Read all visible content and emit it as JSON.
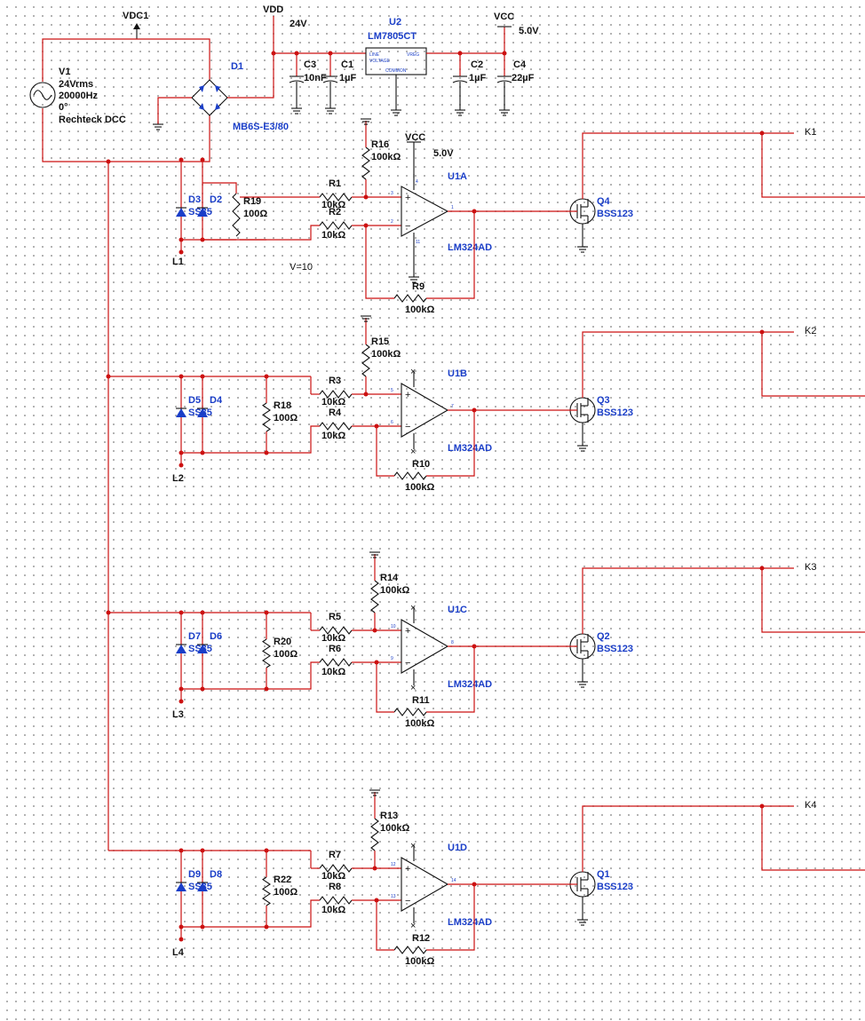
{
  "power": {
    "vdc1": "VDC1",
    "vdd": "VDD",
    "vdd_value": "24V",
    "vcc": "VCC",
    "vcc_value": "5.0V",
    "vcc_local": "VCC",
    "vcc_local_value": "5.0V"
  },
  "source": {
    "ref": "V1",
    "amplitude": "24Vrms",
    "frequency": "20000Hz",
    "phase": "0°",
    "type": "Rechteck DCC"
  },
  "rectifier": {
    "ref": "D1",
    "part": "MB6S-E3/80"
  },
  "regulator": {
    "ref": "U2",
    "part": "LM7805CT",
    "pin_in": "LINE",
    "pin_voltage": "VOLTAGE",
    "pin_out": "VREG",
    "pin_common": "COMMON"
  },
  "caps": [
    {
      "ref": "C3",
      "value": "10nF"
    },
    {
      "ref": "C1",
      "value": "1µF"
    },
    {
      "ref": "C2",
      "value": "1µF"
    },
    {
      "ref": "C4",
      "value": "22µF"
    }
  ],
  "note": "V=10",
  "channels": [
    {
      "diode_a": "D3",
      "diode_b": "D2",
      "diode_part": "SS35",
      "shunt_ref": "R19",
      "shunt_val": "100Ω",
      "load": "L1",
      "ra_ref": "R1",
      "ra_val": "10kΩ",
      "rb_ref": "R2",
      "rb_val": "10kΩ",
      "bias_ref": "R16",
      "bias_val": "100kΩ",
      "fb_ref": "R9",
      "fb_val": "100kΩ",
      "opamp_ref": "U1A",
      "opamp_part": "LM324AD",
      "fet_ref": "Q4",
      "fet_part": "BSS123",
      "output": "K1",
      "pin_plus": "3",
      "pin_minus": "2",
      "pin_out": "1",
      "pin_vp": "4",
      "pin_vn": "11"
    },
    {
      "diode_a": "D5",
      "diode_b": "D4",
      "diode_part": "SS35",
      "shunt_ref": "R18",
      "shunt_val": "100Ω",
      "load": "L2",
      "ra_ref": "R3",
      "ra_val": "10kΩ",
      "rb_ref": "R4",
      "rb_val": "10kΩ",
      "bias_ref": "R15",
      "bias_val": "100kΩ",
      "fb_ref": "R10",
      "fb_val": "100kΩ",
      "opamp_ref": "U1B",
      "opamp_part": "LM324AD",
      "fet_ref": "Q3",
      "fet_part": "BSS123",
      "output": "K2",
      "pin_plus": "5",
      "pin_minus": "6",
      "pin_out": "7",
      "pin_vp": "",
      "pin_vn": ""
    },
    {
      "diode_a": "D7",
      "diode_b": "D6",
      "diode_part": "SS35",
      "shunt_ref": "R20",
      "shunt_val": "100Ω",
      "load": "L3",
      "ra_ref": "R5",
      "ra_val": "10kΩ",
      "rb_ref": "R6",
      "rb_val": "10kΩ",
      "bias_ref": "R14",
      "bias_val": "100kΩ",
      "fb_ref": "R11",
      "fb_val": "100kΩ",
      "opamp_ref": "U1C",
      "opamp_part": "LM324AD",
      "fet_ref": "Q2",
      "fet_part": "BSS123",
      "output": "K3",
      "pin_plus": "10",
      "pin_minus": "9",
      "pin_out": "8",
      "pin_vp": "",
      "pin_vn": ""
    },
    {
      "diode_a": "D9",
      "diode_b": "D8",
      "diode_part": "SS35",
      "shunt_ref": "R22",
      "shunt_val": "100Ω",
      "load": "L4",
      "ra_ref": "R7",
      "ra_val": "10kΩ",
      "rb_ref": "R8",
      "rb_val": "10kΩ",
      "bias_ref": "R13",
      "bias_val": "100kΩ",
      "fb_ref": "R12",
      "fb_val": "100kΩ",
      "opamp_ref": "U1D",
      "opamp_part": "LM324AD",
      "fet_ref": "Q1",
      "fet_part": "BSS123",
      "output": "K4",
      "pin_plus": "12",
      "pin_minus": "13",
      "pin_out": "14",
      "pin_vp": "",
      "pin_vn": ""
    }
  ]
}
